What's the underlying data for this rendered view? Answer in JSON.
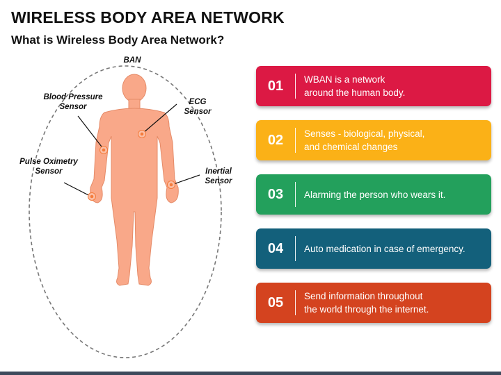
{
  "title": "WIRELESS BODY AREA NETWORK",
  "subtitle": "What is Wireless Body Area Network?",
  "diagram": {
    "ban_label": "BAN",
    "sensors": {
      "blood_pressure": "Blood Pressure\nSensor",
      "ecg": "ECG\nSensor",
      "pulse_oximetry": "Pulse Oximetry\nSensor",
      "inertial": "Inertial\nSensor"
    },
    "colors": {
      "body": "#f9a889",
      "body_outline": "#e58b68",
      "sensor": "#f47c3c"
    }
  },
  "items": [
    {
      "num": "01",
      "text": "WBAN is a network\naround the human body.",
      "color": "#dc1944"
    },
    {
      "num": "02",
      "text": "Senses - biological, physical,\nand chemical changes",
      "color": "#fbb117"
    },
    {
      "num": "03",
      "text": "Alarming the person who wears it.",
      "color": "#23a05c"
    },
    {
      "num": "04",
      "text": "Auto medication in case of emergency.",
      "color": "#13607b"
    },
    {
      "num": "05",
      "text": "Send information throughout\nthe world through the internet.",
      "color": "#d4431f"
    }
  ]
}
